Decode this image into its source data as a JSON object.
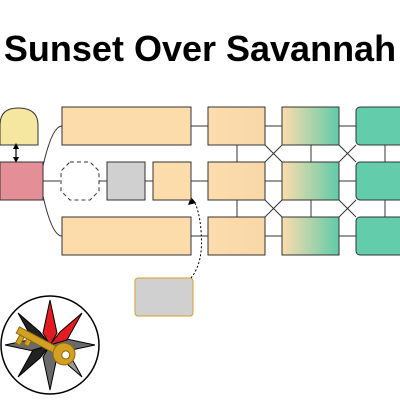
{
  "title": "Sunset Over Savannah",
  "colors": {
    "background": "#ffffff",
    "orange_fill": "#fddcac",
    "gradient_start": "#fddcac",
    "gradient_end": "#5fcbaa",
    "green_fill": "#62ccab",
    "pink_fill": "#e48f98",
    "yellow_fill": "#f5e6a0",
    "gray_fill": "#d0d0d0",
    "line": "#333333",
    "key": "#d4a022",
    "compass_red": "#e31b23"
  },
  "icons": {
    "start_node": "pink-start-block",
    "hidden_node": "dashed-octagon",
    "compass": "compass-rose-icon",
    "key": "key-icon",
    "lock_cap": "yellow-dome"
  }
}
